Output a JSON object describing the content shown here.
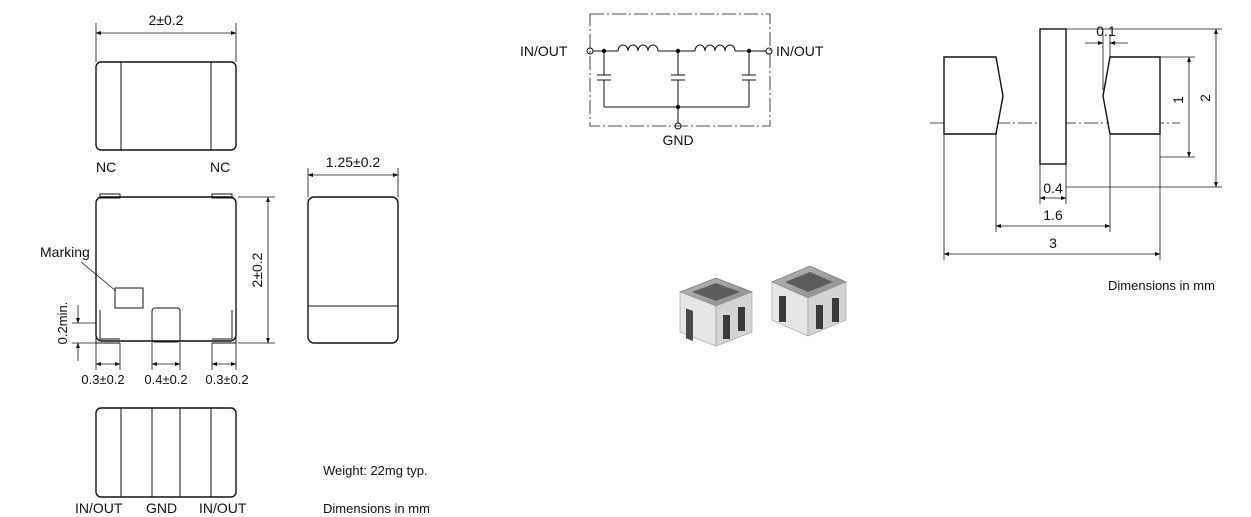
{
  "left_drawing": {
    "top_view": {
      "width_dim": "2±0.2",
      "pin_left": "NC",
      "pin_right": "NC"
    },
    "front_view": {
      "marking_label": "Marking",
      "height_dim": "2±0.2",
      "min_height_dim": "0.2min.",
      "pad_left_dim": "0.3±0.2",
      "pad_center_dim": "0.4±0.2",
      "pad_right_dim": "0.3±0.2"
    },
    "side_view": {
      "width_dim": "1.25±0.2"
    },
    "bottom_view": {
      "pin_left": "IN/OUT",
      "pin_center": "GND",
      "pin_right": "IN/OUT"
    },
    "weight_note": "Weight: 22mg typ.",
    "units_note": "Dimensions in mm"
  },
  "circuit": {
    "left_terminal": "IN/OUT",
    "right_terminal": "IN/OUT",
    "ground_terminal": "GND"
  },
  "land_pattern": {
    "dim_gap": "0.1",
    "dim_pad_height": "1",
    "dim_total_height": "2",
    "dim_center_width": "0.4",
    "dim_inner_span": "1.6",
    "dim_total_span": "3",
    "units_note": "Dimensions in mm"
  }
}
